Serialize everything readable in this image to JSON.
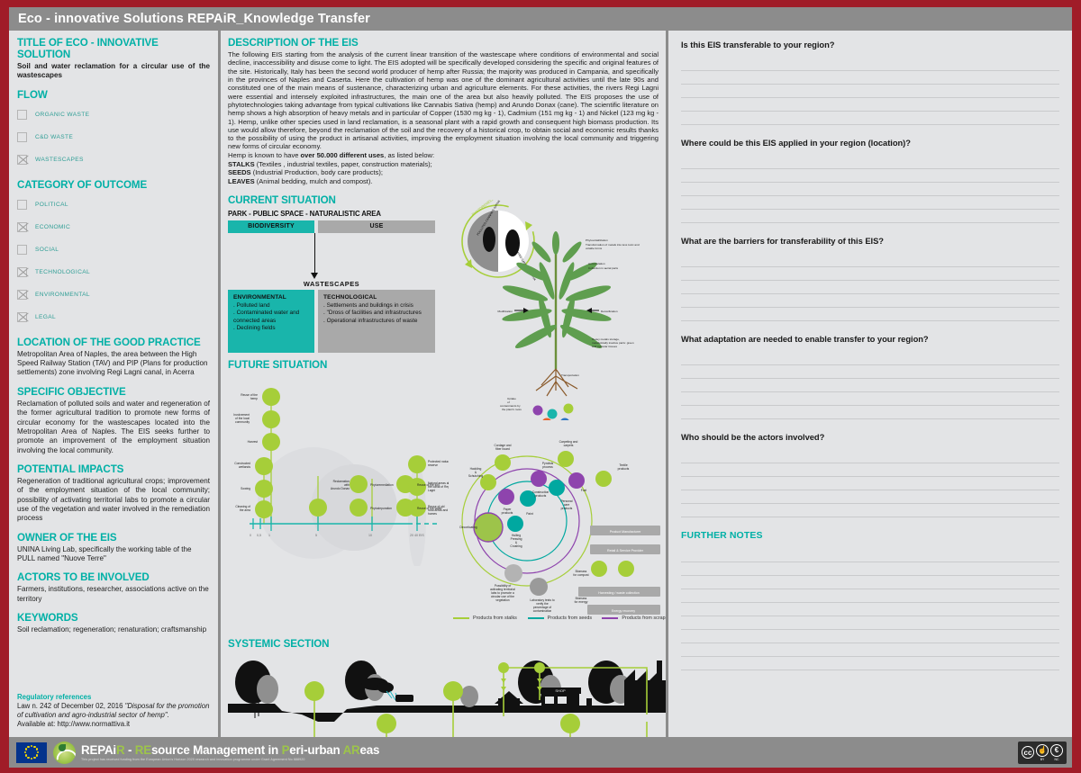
{
  "window": {
    "title": "Eco - innovative Solutions REPAiR_Knowledge Transfer"
  },
  "colors": {
    "frame_red": "#a01c28",
    "header_gray": "#8c8c8c",
    "panel_gray": "#e3e4e6",
    "teal": "#00b0a6",
    "teal_fill": "#19b5ab",
    "gray_fill": "#a9a9a9",
    "green_lime": "#a6ce39",
    "purple": "#8e44ad",
    "cyan": "#00a8a0"
  },
  "left": {
    "title_heading": "TITLE OF ECO - INNOVATIVE SOLUTION",
    "title_value": "Soil and water reclamation for a circular use of the wastescapes",
    "flow_heading": "FLOW",
    "flow_items": [
      {
        "label": "ORGANIC WASTE",
        "checked": false
      },
      {
        "label": "C&D WASTE",
        "checked": false
      },
      {
        "label": "WASTESCAPES",
        "checked": true
      }
    ],
    "category_heading": "CATEGORY OF OUTCOME",
    "category_items": [
      {
        "label": "POLITICAL",
        "checked": false
      },
      {
        "label": "ECONOMIC",
        "checked": true
      },
      {
        "label": "SOCIAL",
        "checked": false
      },
      {
        "label": "TECHNOLOGICAL",
        "checked": true
      },
      {
        "label": "ENVIRONMENTAL",
        "checked": true
      },
      {
        "label": "LEGAL",
        "checked": true
      }
    ],
    "location_heading": "LOCATION OF THE GOOD PRACTICE",
    "location_value": "Metropolitan Area of Naples,  the area between the High Speed Railway Station (TAV) and PIP (Plans for production settlements) zone involving Regi Lagni canal, in Acerra",
    "objective_heading": "SPECIFIC OBJECTIVE",
    "objective_value": "Reclamation of polluted soils and water and regeneration of the former agricultural tradition to promote new forms of circular economy for the wastescapes located into the Metropolitan Area of Naples. The EIS seeks further to promote an improvement of the employment situation involving the local community.",
    "impacts_heading": "POTENTIAL IMPACTS",
    "impacts_value": "Regeneration of traditional agricultural crops; improvement of the employment situation of the local community; possibility of activating territorial labs to promote a circular use of the vegetation and water involved in the remediation process",
    "owner_heading": "OWNER OF THE EIS",
    "owner_value": "UNINA Living Lab, specifically the working table of the PULL named \"Nuove Terre\"",
    "actors_heading": "ACTORS TO BE INVOLVED",
    "actors_value": "Farmers, institutions, researcher, associations active on the territory",
    "keywords_heading": "KEYWORDS",
    "keywords_value": "Soil reclamation; regeneration; renaturation; craftsmanship",
    "regulatory_heading": "Regulatory references",
    "regulatory_line1_pre": "Law n. 242 of December 02, 2016 ",
    "regulatory_line1_it": "\"Disposal for the promotion of cultivation and agro-industrial sector of hemp\".",
    "regulatory_line2": "Available at: http://www.normattiva.it"
  },
  "mid": {
    "desc_heading": "DESCRIPTION OF THE EIS",
    "desc_paragraph": "The following EIS starting from the analysis of the current linear transition of the wastescape where conditions of environmental and social decline, inaccessibility and disuse come to light. The EIS adopted will be specifically developed considering the specific and original features of the site. Historically, Italy has been the second world producer of hemp after Russia; the majority was produced in Campania, and specifically in the provinces of Naples and Caserta. Here the cultivation of hemp was one of the dominant agricultural activities until the late 90s and constituted one of the main means of sustenance, characterizing urban and agriculture elements. For these activities, the rivers Regi Lagni were essential and intensely exploited infrastructures, the main one of the area but also heavily polluted. The EIS proposes the use of phytotechnologies taking advantage from typical cultivations like Cannabis Sativa (hemp) and Arundo Donax (cane). The scientific literature on hemp shows a high absorption of heavy metals and in particular of Copper (1530 mg kg - 1), Cadmium (151 mg kg - 1) and Nickel (123 mg kg - 1). Hemp, unlike other species used in land reclamation, is a seasonal plant with a rapid growth and consequent high biomass production. Its use would allow therefore, beyond the reclamation of the soil and the recovery of a historical crop, to obtain social and economic results thanks to the possibility of using the product in artisanal activities, improving the employment situation involving the local community and triggering new forms of circular economy.",
    "uses_intro_pre": "Hemp is known to have ",
    "uses_intro_bold": "over 50.000 different uses",
    "uses_intro_post": ", as listed below:",
    "uses": [
      {
        "key": "STALKS",
        "text": " (Textiles , industrial textiles, paper, construction materials);"
      },
      {
        "key": "SEEDS",
        "text": " (Industrial Production, body care products);"
      },
      {
        "key": "LEAVES",
        "text": " (Animal bedding, mulch and compost)."
      }
    ],
    "current_heading": "CURRENT SITUATION",
    "current_subhead": "PARK - PUBLIC SPACE - NATURALISTIC AREA",
    "bar_biodiversity": "BIODIVERSITY",
    "bar_use": "USE",
    "wastescapes_label": "WASTESCAPES",
    "ws_environmental": {
      "title": "ENVIRONMENTAL",
      "items": [
        "Polluted land",
        "Contaminated water and connected areas",
        "Declining fields"
      ]
    },
    "ws_technological": {
      "title": "TECHNOLOGICAL",
      "items": [
        "Settlements and buildings in crisis",
        "\"Dross of facilities and infrastructures",
        "Operational infrastructures of waste"
      ]
    },
    "future_heading": "FUTURE SITUATION",
    "systemic_heading": "SYSTEMIC SECTION"
  },
  "diagrams": {
    "plant": {
      "cycle_label": "PHYTOREMEDIATION PROCESS",
      "half_left": "POLLUTED CANNABIS SATIVA",
      "half_right": "REMEDIATED CANNABIS SATIVA",
      "annotations": [
        {
          "label": "Phytovolatilization",
          "text": "Transformation of metals into less toxic and volatile forms"
        },
        {
          "label": "Accumulation",
          "text": "Collection in aerial parts"
        },
        {
          "label": "Modification",
          "text": ""
        },
        {
          "label": "Detoxification",
          "text": ""
        },
        {
          "label": "Heavy metals storage",
          "text": "Heavy metals storage, metabolically inactive parts: green and cuticular tissues"
        },
        {
          "label": "Transportation",
          "text": ""
        },
        {
          "label": "Uptake",
          "text": "Uptake of contaminants by plant's roots"
        }
      ],
      "metals": [
        "Ni",
        "Cd",
        "Cu",
        "Pb",
        "Zn"
      ]
    },
    "future_timeline": {
      "left_labels": [
        "Reuse of the hemp",
        "Involvement of the local community",
        "Harvest",
        "Constructed wetlands",
        "Sowing",
        "Cleaning of the area"
      ],
      "mid_labels": [
        "Reclamation with Arundo Donax",
        "Phytoremediation",
        "Phytodepuration",
        "Reuse of the soil",
        "Reuse of the water"
      ],
      "right_labels": [
        "Protected natural reserve",
        "Natural areas along the canal of Regi Lagni",
        "Reuse of old rural areas and homes"
      ],
      "axis_ticks": [
        "0",
        "0,5",
        "1",
        "5",
        "10",
        "20",
        "40 EIS"
      ]
    },
    "circular": {
      "nodes": [
        "Cordage and fiber board",
        "Carpeting and carpets",
        "Hackling & Schutching",
        "Pyrolisis process",
        "Textile products",
        "Construction products",
        "Fuel",
        "Paper products",
        "Personal care products",
        "Paint",
        "Decorticating",
        "Hulling Pressing & Crushing",
        "Possibility of activating territorial labs to promote a circular use of the vegetation",
        "Laboratory tests to verify the percentage of contamination"
      ],
      "boxes": [
        "Product Manufacturer",
        "Retail & Service Provider",
        "Harvesting / waste collection",
        "Energy recovery"
      ],
      "side_labels": [
        "Biomass for compost",
        "Biomass for energy"
      ],
      "legend": [
        {
          "label": "Products from stalks",
          "color": "#a6ce39"
        },
        {
          "label": "Products from seeds",
          "color": "#00a8a0"
        },
        {
          "label": "Products from scraps",
          "color": "#8e44ad"
        }
      ]
    },
    "systemic": {
      "shop_label": "SHOP"
    }
  },
  "right": {
    "questions": [
      {
        "title": "Is this EIS transferable to your region?",
        "lines": 5
      },
      {
        "title": "Where could be this EIS applied in your region (location)?",
        "lines": 5
      },
      {
        "title": "What are the barriers for transferability of this EIS?",
        "lines": 5
      },
      {
        "title": "What adaptation are needed to enable transfer to your region?",
        "lines": 5
      },
      {
        "title": "Who should be the actors involved?",
        "lines": 5
      }
    ],
    "further_notes_title": "FURTHER NOTES",
    "further_notes_lines": 9
  },
  "footer": {
    "project_title_parts": [
      {
        "t": "REPAi",
        "g": false
      },
      {
        "t": "R",
        "g": true
      },
      {
        "t": " - ",
        "g": false
      },
      {
        "t": "RE",
        "g": true
      },
      {
        "t": "source Management in ",
        "g": false
      },
      {
        "t": "P",
        "g": true
      },
      {
        "t": "eri-urban ",
        "g": false
      },
      {
        "t": "AR",
        "g": true
      },
      {
        "t": "eas",
        "g": false
      }
    ],
    "disclaimer": "This project has received funding from the European Union's Horizon 2020 research and innovation programme under Grant Agreement No 688920",
    "license": {
      "by": "BY",
      "nc": "NC"
    }
  }
}
